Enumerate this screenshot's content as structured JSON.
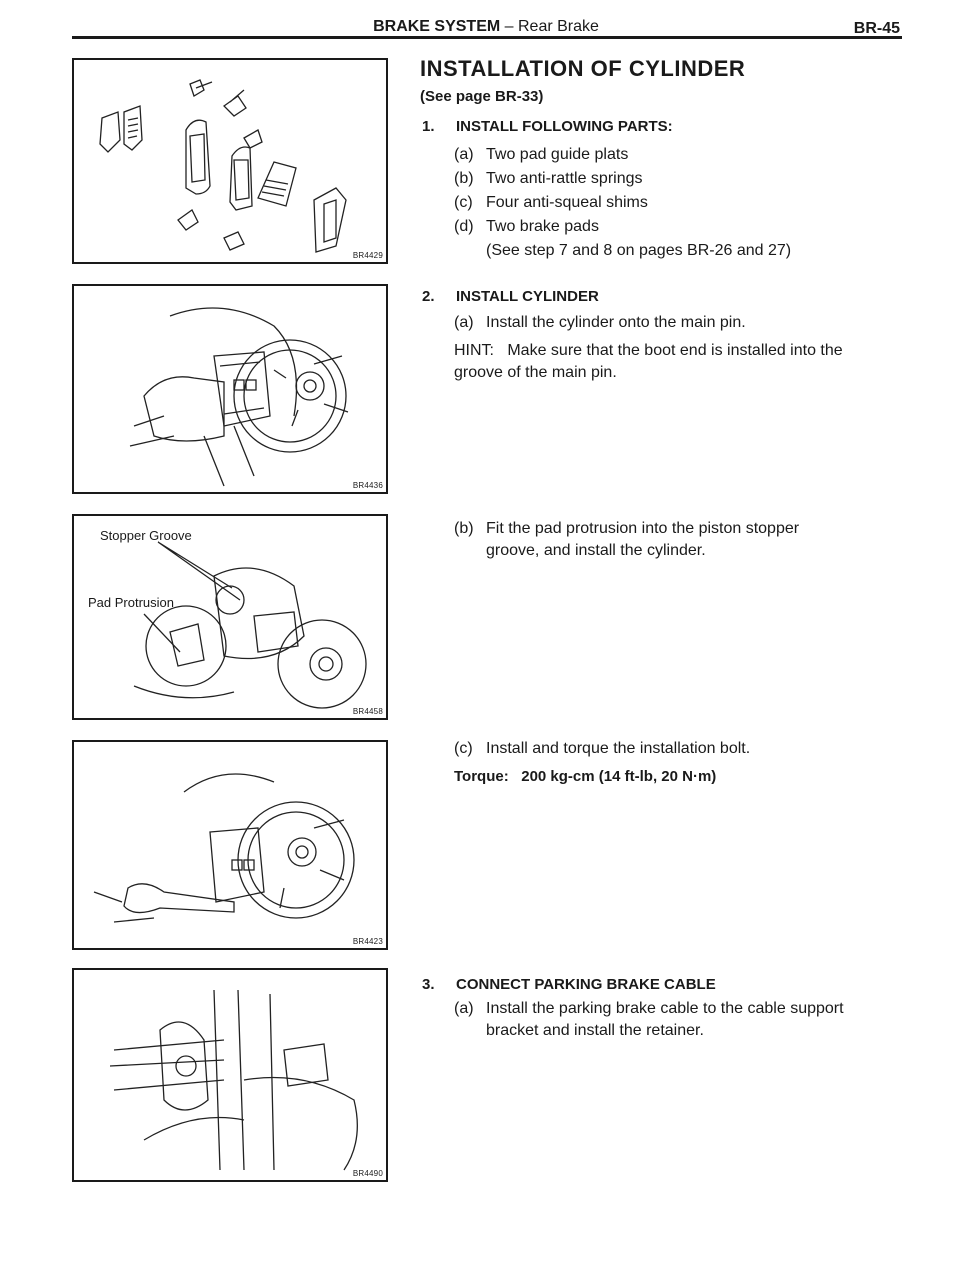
{
  "header": {
    "section": "BRAKE SYSTEM",
    "dash": " – ",
    "subsection": "Rear Brake",
    "page": "BR-45"
  },
  "figures": [
    {
      "code": "BR4429"
    },
    {
      "code": "BR4436"
    },
    {
      "code": "BR4458",
      "labels": {
        "stopper": "Stopper Groove",
        "pad": "Pad Protrusion"
      }
    },
    {
      "code": "BR4423"
    },
    {
      "code": "BR4490"
    }
  ],
  "content": {
    "title": "INSTALLATION OF CYLINDER",
    "see_page": "(See page BR-33)",
    "step1": {
      "num": "1.",
      "title": "INSTALL FOLLOWING PARTS:",
      "items": [
        {
          "letter": "(a)",
          "text": "Two pad guide plats"
        },
        {
          "letter": "(b)",
          "text": "Two anti-rattle springs"
        },
        {
          "letter": "(c)",
          "text": "Four anti-squeal shims"
        },
        {
          "letter": "(d)",
          "text": "Two brake pads"
        }
      ],
      "note": "(See step 7 and 8 on pages BR-26 and 27)"
    },
    "step2": {
      "num": "2.",
      "title": "INSTALL CYLINDER",
      "a": {
        "letter": "(a)",
        "text": "Install the cylinder onto the main pin."
      },
      "hint_label": "HINT:",
      "hint_line1": "Make sure that the boot end is installed into the",
      "hint_line2": "groove of the main pin.",
      "b": {
        "letter": "(b)",
        "line1": "Fit the pad protrusion into the piston stopper",
        "line2": "groove, and install the cylinder."
      },
      "c": {
        "letter": "(c)",
        "text": "Install and torque the installation bolt."
      },
      "torque_label": "Torque:",
      "torque_value": "200 kg-cm (14 ft-lb, 20 N·m)"
    },
    "step3": {
      "num": "3.",
      "title": "CONNECT PARKING BRAKE CABLE",
      "a": {
        "letter": "(a)",
        "line1": "Install the parking brake cable to the cable support",
        "line2": "bracket and install the retainer."
      }
    }
  }
}
